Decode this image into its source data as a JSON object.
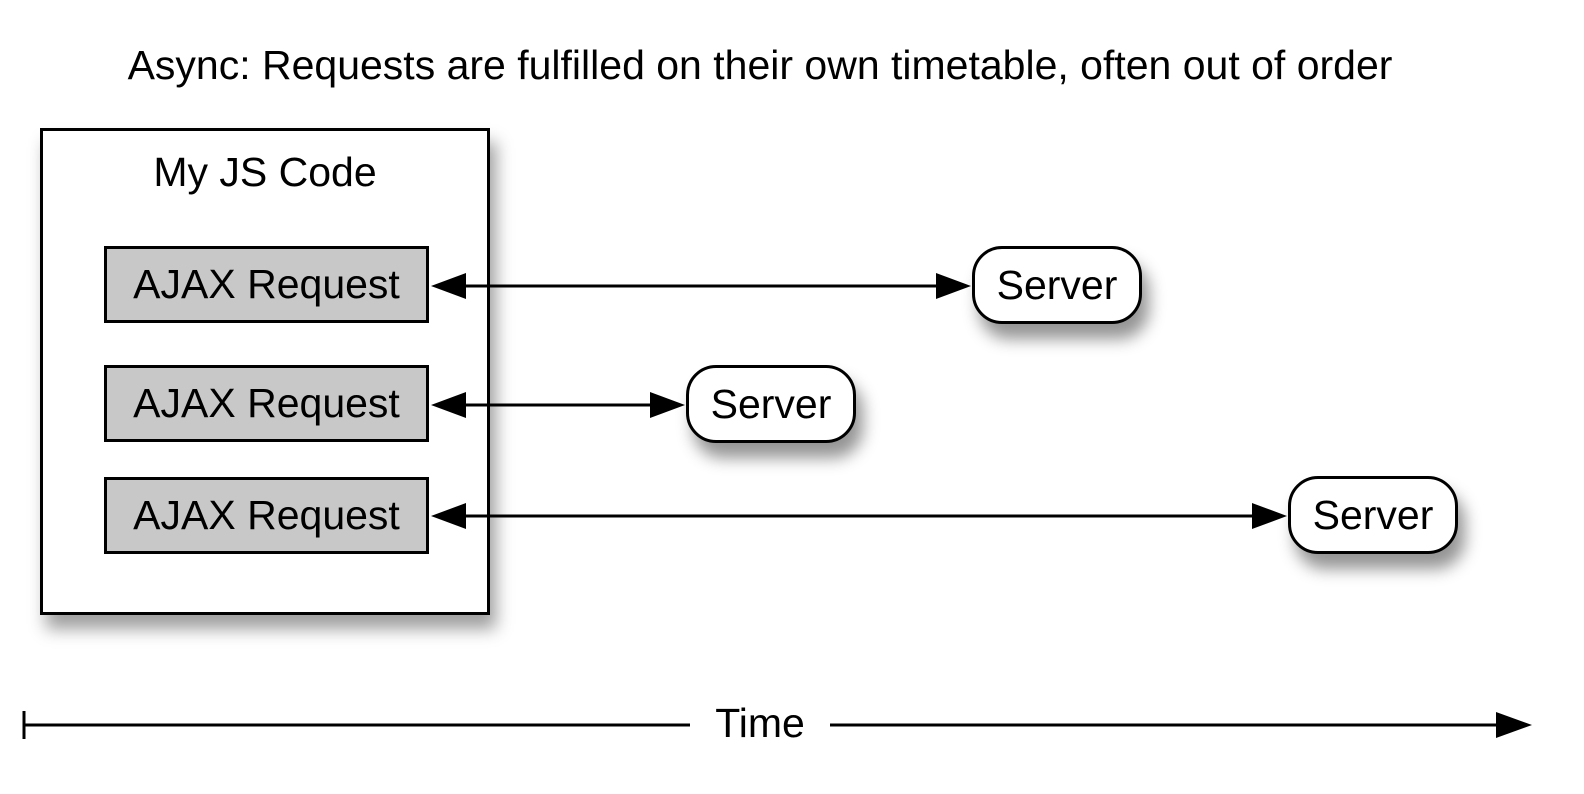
{
  "title": "Async: Requests are fulfilled on their own timetable, often out of order",
  "js_code_box": {
    "label": "My JS Code",
    "requests": [
      {
        "label": "AJAX Request"
      },
      {
        "label": "AJAX Request"
      },
      {
        "label": "AJAX Request"
      }
    ]
  },
  "servers": [
    {
      "label": "Server"
    },
    {
      "label": "Server"
    },
    {
      "label": "Server"
    }
  ],
  "time_axis": {
    "label": "Time"
  }
}
